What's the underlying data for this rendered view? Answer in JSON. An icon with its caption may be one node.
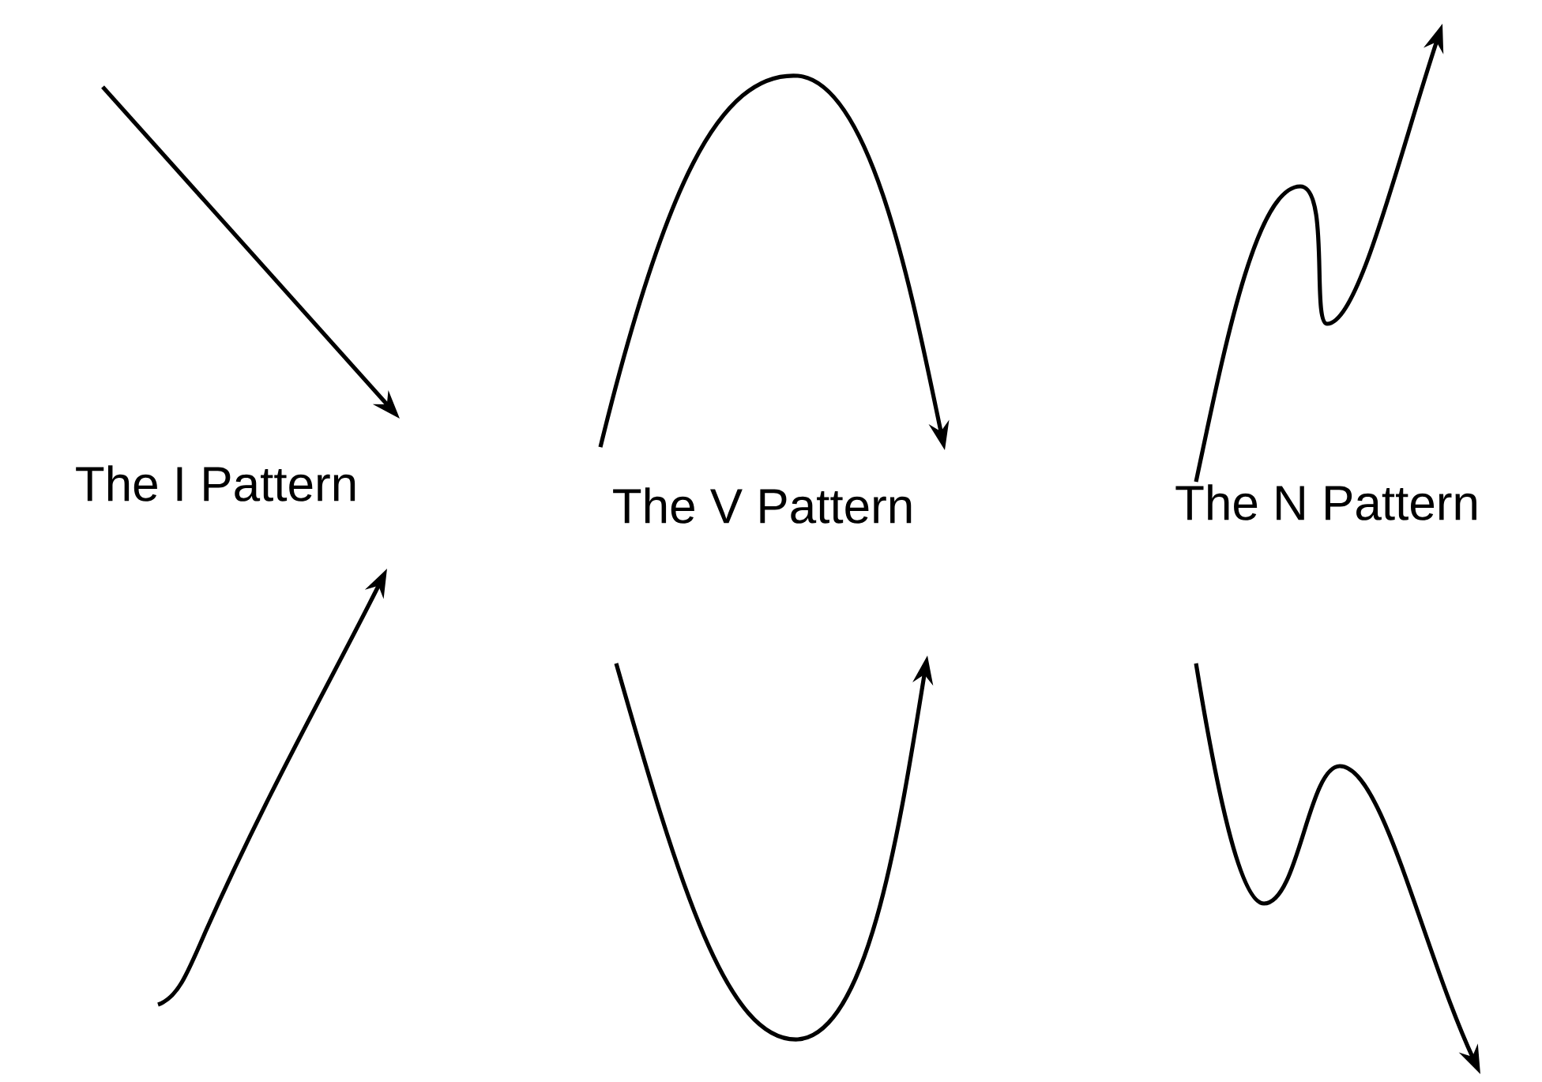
{
  "diagram": {
    "labels": [
      "The I Pattern",
      "The V Pattern",
      "The N Pattern"
    ]
  }
}
